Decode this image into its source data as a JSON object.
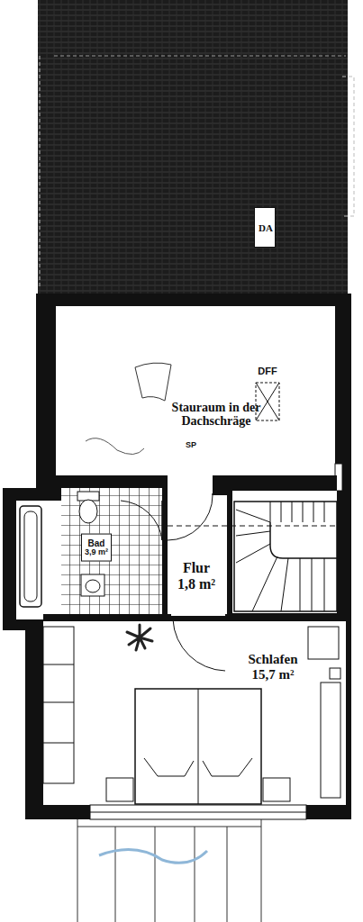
{
  "diagram": {
    "nodes": [
      {
        "text": [
          "DA"
        ]
      },
      {
        "text": [
          "Stauraum in der Dachschräge"
        ]
      },
      {
        "text": [
          "Bad",
          "3,9 m²"
        ]
      },
      {
        "text": [
          "Flur",
          "1,8 m²"
        ]
      },
      {
        "text": [
          "Schlafen",
          "15,7 m²"
        ]
      }
    ],
    "labels": [
      "DFF",
      "SP"
    ]
  }
}
